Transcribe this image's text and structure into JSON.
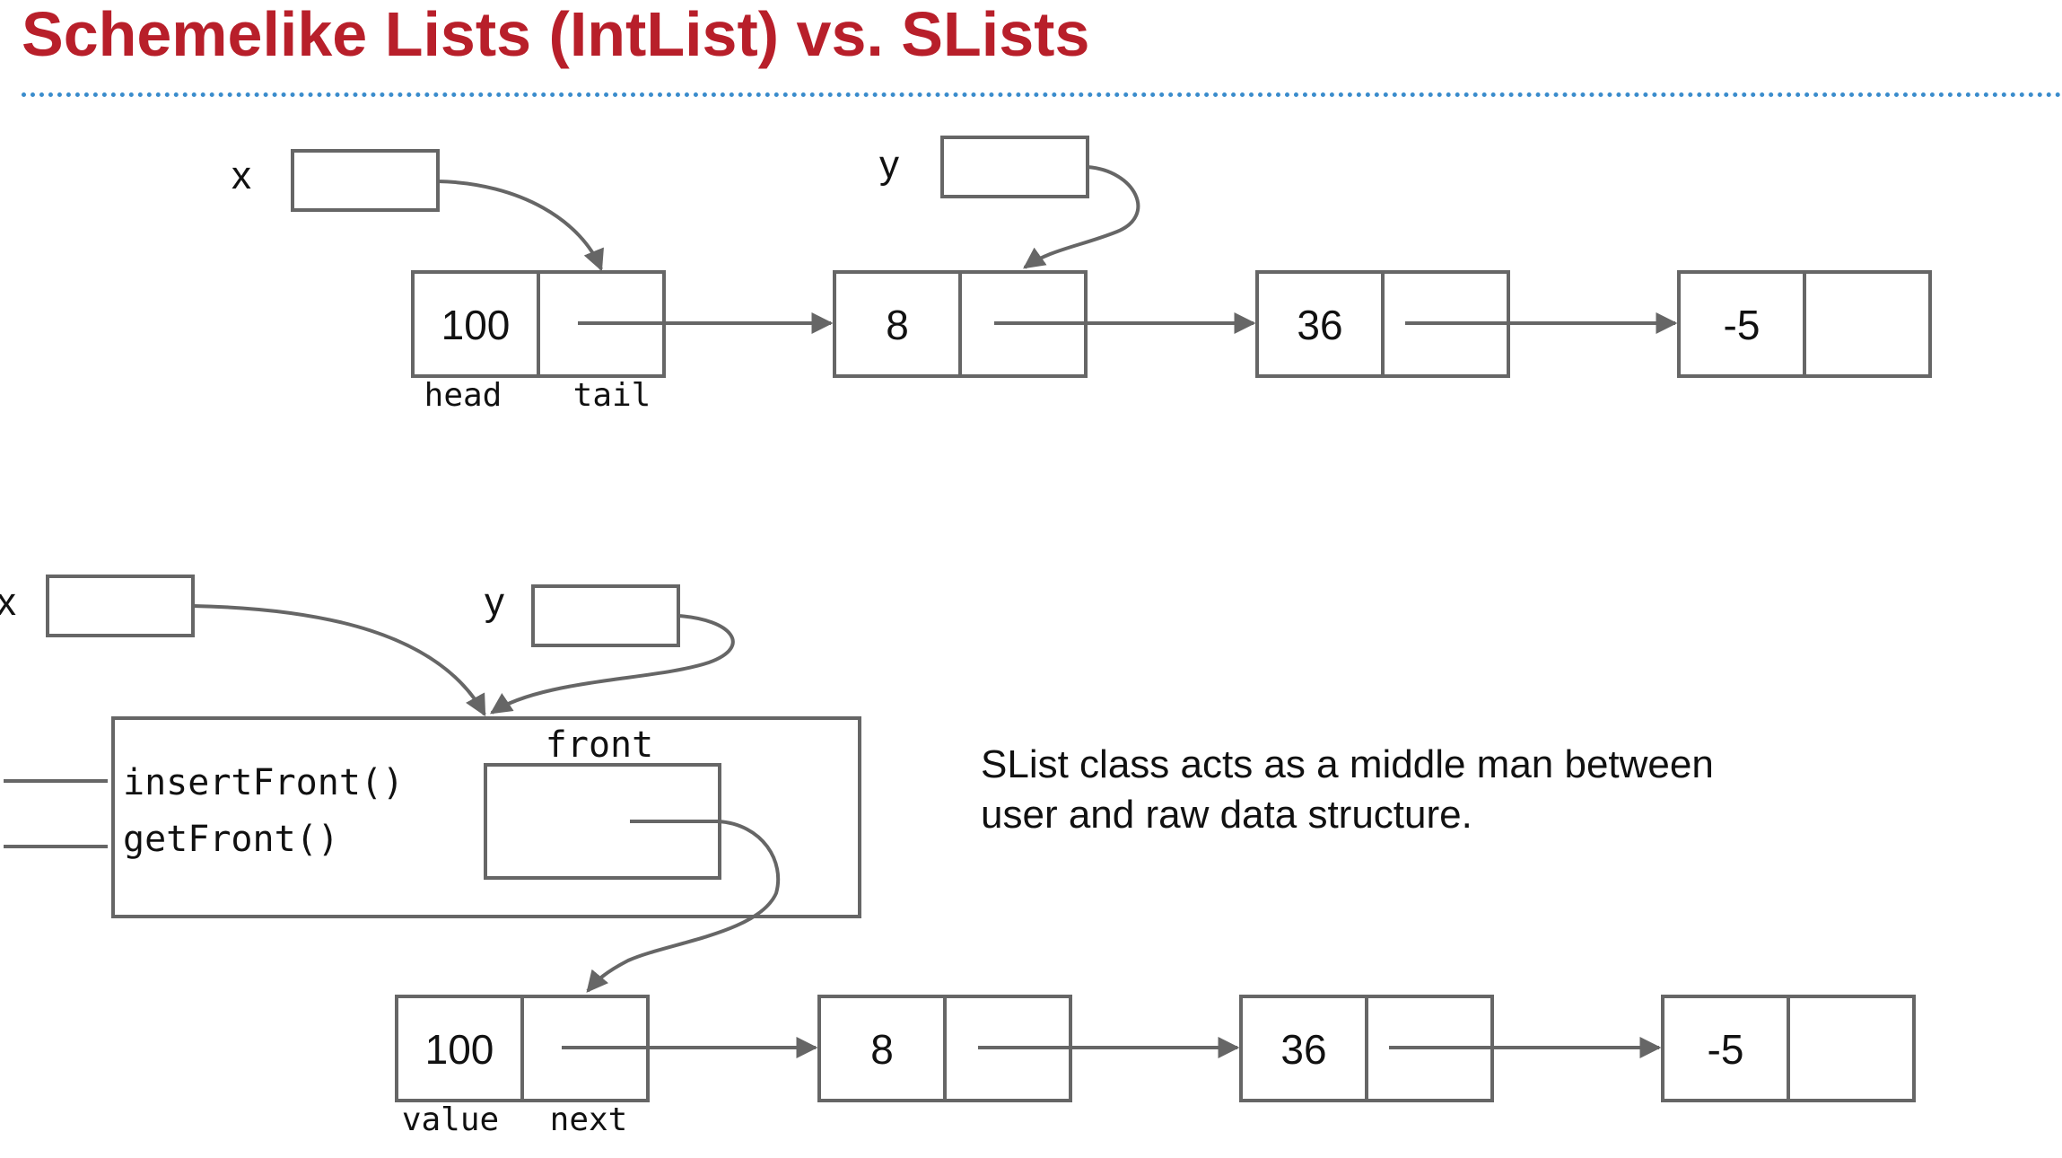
{
  "title": "Schemelike Lists (IntList) vs. SLists",
  "intlist": {
    "var_x": "x",
    "var_y": "y",
    "nodes": [
      "100",
      "8",
      "36",
      "-5"
    ],
    "field_labels": [
      "head",
      "tail"
    ]
  },
  "slist": {
    "var_x": "x",
    "var_y": "y",
    "methods": [
      "insertFront()",
      "getFront()"
    ],
    "field_name": "front",
    "nodes": [
      "100",
      "8",
      "36",
      "-5"
    ],
    "field_labels": [
      "value",
      "next"
    ]
  },
  "description": [
    "SList class acts as a middle man between",
    "user and raw data structure."
  ],
  "colors": {
    "title": "#b81f2a",
    "divider": "#3a8ccc",
    "stroke": "#666666"
  }
}
